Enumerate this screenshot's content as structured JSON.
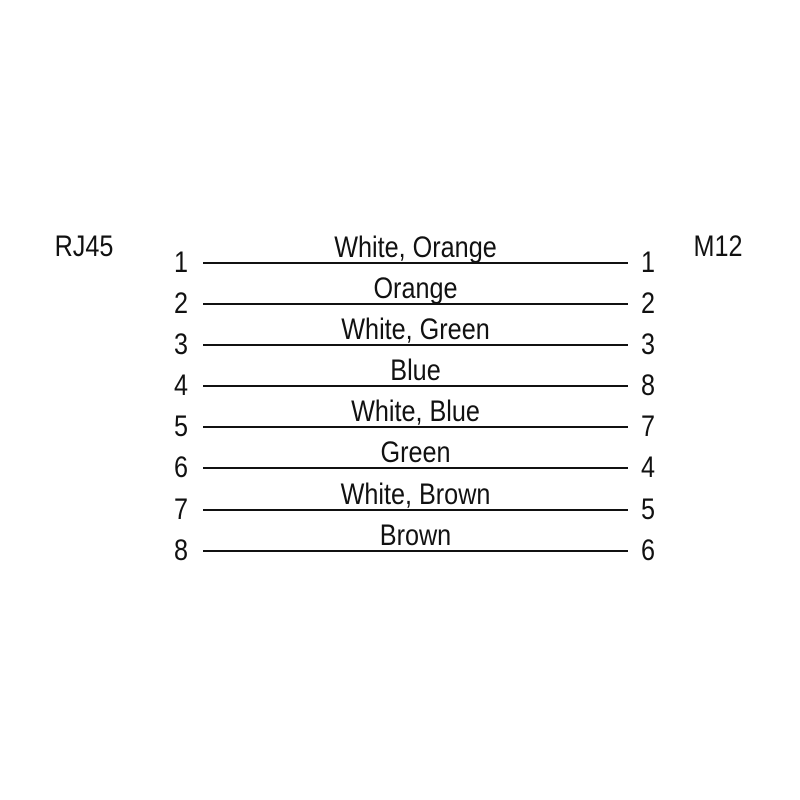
{
  "diagram": {
    "left_connector_label": "RJ45",
    "right_connector_label": "M12",
    "rows": [
      {
        "rj45_pin": "1",
        "wire_color": "White, Orange",
        "m12_pin": "1"
      },
      {
        "rj45_pin": "2",
        "wire_color": "Orange",
        "m12_pin": "2"
      },
      {
        "rj45_pin": "3",
        "wire_color": "White, Green",
        "m12_pin": "3"
      },
      {
        "rj45_pin": "4",
        "wire_color": "Blue",
        "m12_pin": "8"
      },
      {
        "rj45_pin": "5",
        "wire_color": "White, Blue",
        "m12_pin": "7"
      },
      {
        "rj45_pin": "6",
        "wire_color": "Green",
        "m12_pin": "4"
      },
      {
        "rj45_pin": "7",
        "wire_color": "White, Brown",
        "m12_pin": "5"
      },
      {
        "rj45_pin": "8",
        "wire_color": "Brown",
        "m12_pin": "6"
      }
    ],
    "colors": {
      "text": "#111111",
      "line": "#111111",
      "background": "#ffffff"
    }
  }
}
